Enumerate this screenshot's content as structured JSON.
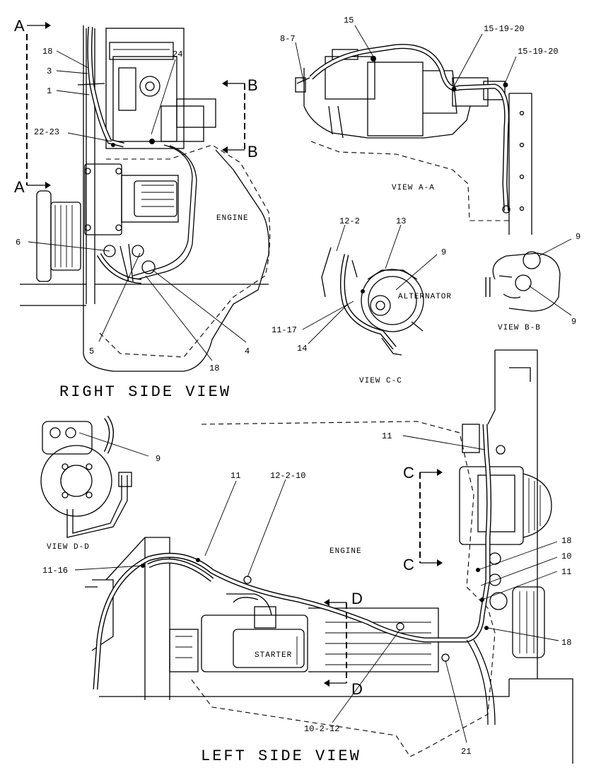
{
  "views": {
    "right_side": "RIGHT SIDE VIEW",
    "left_side": "LEFT SIDE VIEW",
    "view_aa": "VIEW A-A",
    "view_bb": "VIEW B-B",
    "view_cc": "VIEW C-C",
    "view_dd": "VIEW D-D"
  },
  "components": {
    "engine_right": "ENGINE",
    "engine_left": "ENGINE",
    "alternator": "ALTERNATOR",
    "starter": "STARTER"
  },
  "section_markers": {
    "a_top": "A",
    "a_bottom": "A",
    "b_top": "B",
    "b_bottom": "B",
    "c_top": "C",
    "c_bottom": "C",
    "d_top": "D",
    "d_bottom": "D"
  },
  "callouts": {
    "rs_18_top": "18",
    "rs_3": "3",
    "rs_1": "1",
    "rs_24": "24",
    "rs_22_23": "22-23",
    "rs_6": "6",
    "rs_5": "5",
    "rs_4": "4",
    "rs_18_bottom": "18",
    "aa_8_7": "8-7",
    "aa_15": "15",
    "aa_15_19_20_a": "15-19-20",
    "aa_15_19_20_b": "15-19-20",
    "cc_12_2": "12-2",
    "cc_13": "13",
    "cc_9": "9",
    "cc_11_17": "11-17",
    "cc_14": "14",
    "bb_9_top": "9",
    "bb_9_bottom": "9",
    "dd_9": "9",
    "ls_11_top": "11",
    "ls_11_mid": "11",
    "ls_12_2_10": "12-2-10",
    "ls_11_16": "11-16",
    "ls_18_top": "18",
    "ls_10": "10",
    "ls_11_right": "11",
    "ls_18_bottom": "18",
    "ls_10_2_12": "10-2-12",
    "ls_21": "21"
  }
}
